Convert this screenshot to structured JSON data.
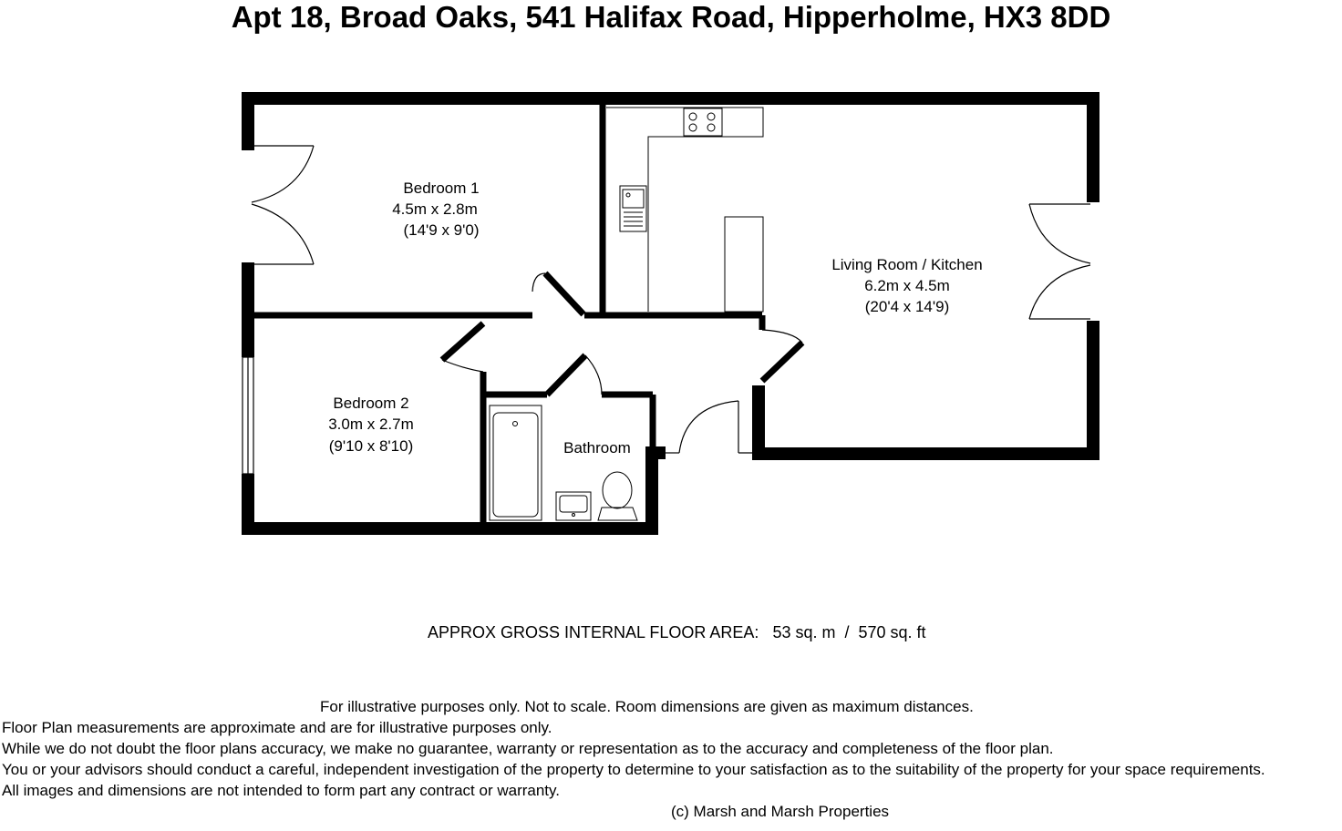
{
  "title": "Apt 18, Broad Oaks, 541 Halifax Road, Hipperholme, HX3 8DD",
  "rooms": {
    "bedroom1": {
      "name": "Bedroom 1",
      "metric": "4.5m x 2.8m",
      "imperial": "(14'9 x 9'0)"
    },
    "bedroom2": {
      "name": "Bedroom 2",
      "metric": "3.0m x 2.7m",
      "imperial": "(9'10 x 8'10)"
    },
    "living": {
      "name": "Living Room / Kitchen",
      "metric": "6.2m x 4.5m",
      "imperial": "(20'4 x 14'9)"
    },
    "bathroom": {
      "name": "Bathroom"
    }
  },
  "area": {
    "label": "APPROX GROSS INTERNAL FLOOR AREA:",
    "metric": "53 sq. m",
    "imperial": "570 sq. ft"
  },
  "disclaimer": {
    "line1": "For illustrative purposes only.  Not to scale.  Room dimensions are given as maximum distances.",
    "line2": "Floor Plan measurements are approximate and are for illustrative purposes only.",
    "line3": "While we do not doubt the floor plans accuracy, we make no guarantee, warranty or representation as to the accuracy and completeness of the floor plan.",
    "line4": "You or your advisors should conduct a careful, independent investigation of the property to determine to your satisfaction as to the suitability of the property for your space requirements.",
    "line5": " All images and dimensions are not intended to form part any contract or warranty.",
    "copyright": "(c) Marsh and Marsh Properties"
  }
}
